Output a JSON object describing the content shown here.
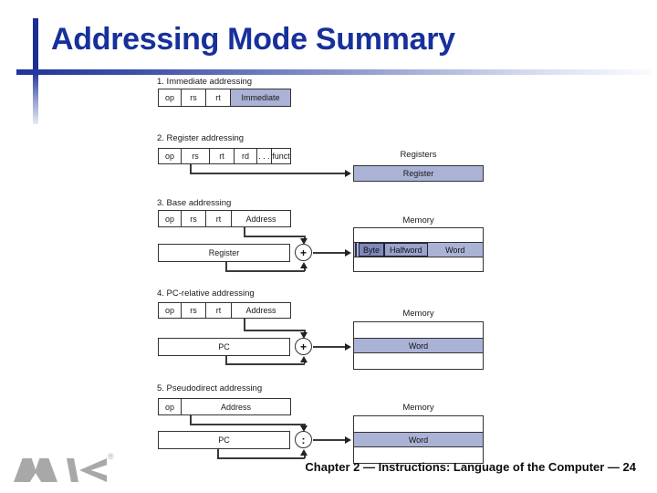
{
  "slide": {
    "title": "Addressing Mode Summary",
    "footer": "Chapter 2 — Instructions: Language of the Computer — 24"
  },
  "sections": {
    "s1": {
      "label": "1.  Immediate addressing",
      "fields": [
        "op",
        "rs",
        "rt",
        "Immediate"
      ]
    },
    "s2": {
      "label": "2. Register addressing",
      "fields": [
        "op",
        "rs",
        "rt",
        "rd",
        ". . .",
        "funct"
      ],
      "registers_title": "Registers",
      "register_box": "Register"
    },
    "s3": {
      "label": "3.  Base addressing",
      "fields": [
        "op",
        "rs",
        "rt",
        "Address"
      ],
      "register_box": "Register",
      "operator": "+",
      "memory_title": "Memory",
      "row_items": [
        "Byte",
        "Halfword",
        "Word"
      ]
    },
    "s4": {
      "label": "4.  PC-relative addressing",
      "fields": [
        "op",
        "rs",
        "rt",
        "Address"
      ],
      "pc_box": "PC",
      "operator": "+",
      "memory_title": "Memory",
      "word": "Word"
    },
    "s5": {
      "label": "5.  Pseudodirect addressing",
      "fields": [
        "op",
        "Address"
      ],
      "pc_box": "PC",
      "operator": ":",
      "memory_title": "Memory",
      "word": "Word"
    }
  },
  "logo": {
    "registered": "®"
  },
  "colors": {
    "title_navy": "#17309c",
    "accent_bar": "#1b2d96",
    "shaded_fill": "#aab2d6",
    "byte_fill": "#7e88bb",
    "halfword_fill": "#9aa3cc",
    "logo_gray": "#a8a8a8"
  }
}
